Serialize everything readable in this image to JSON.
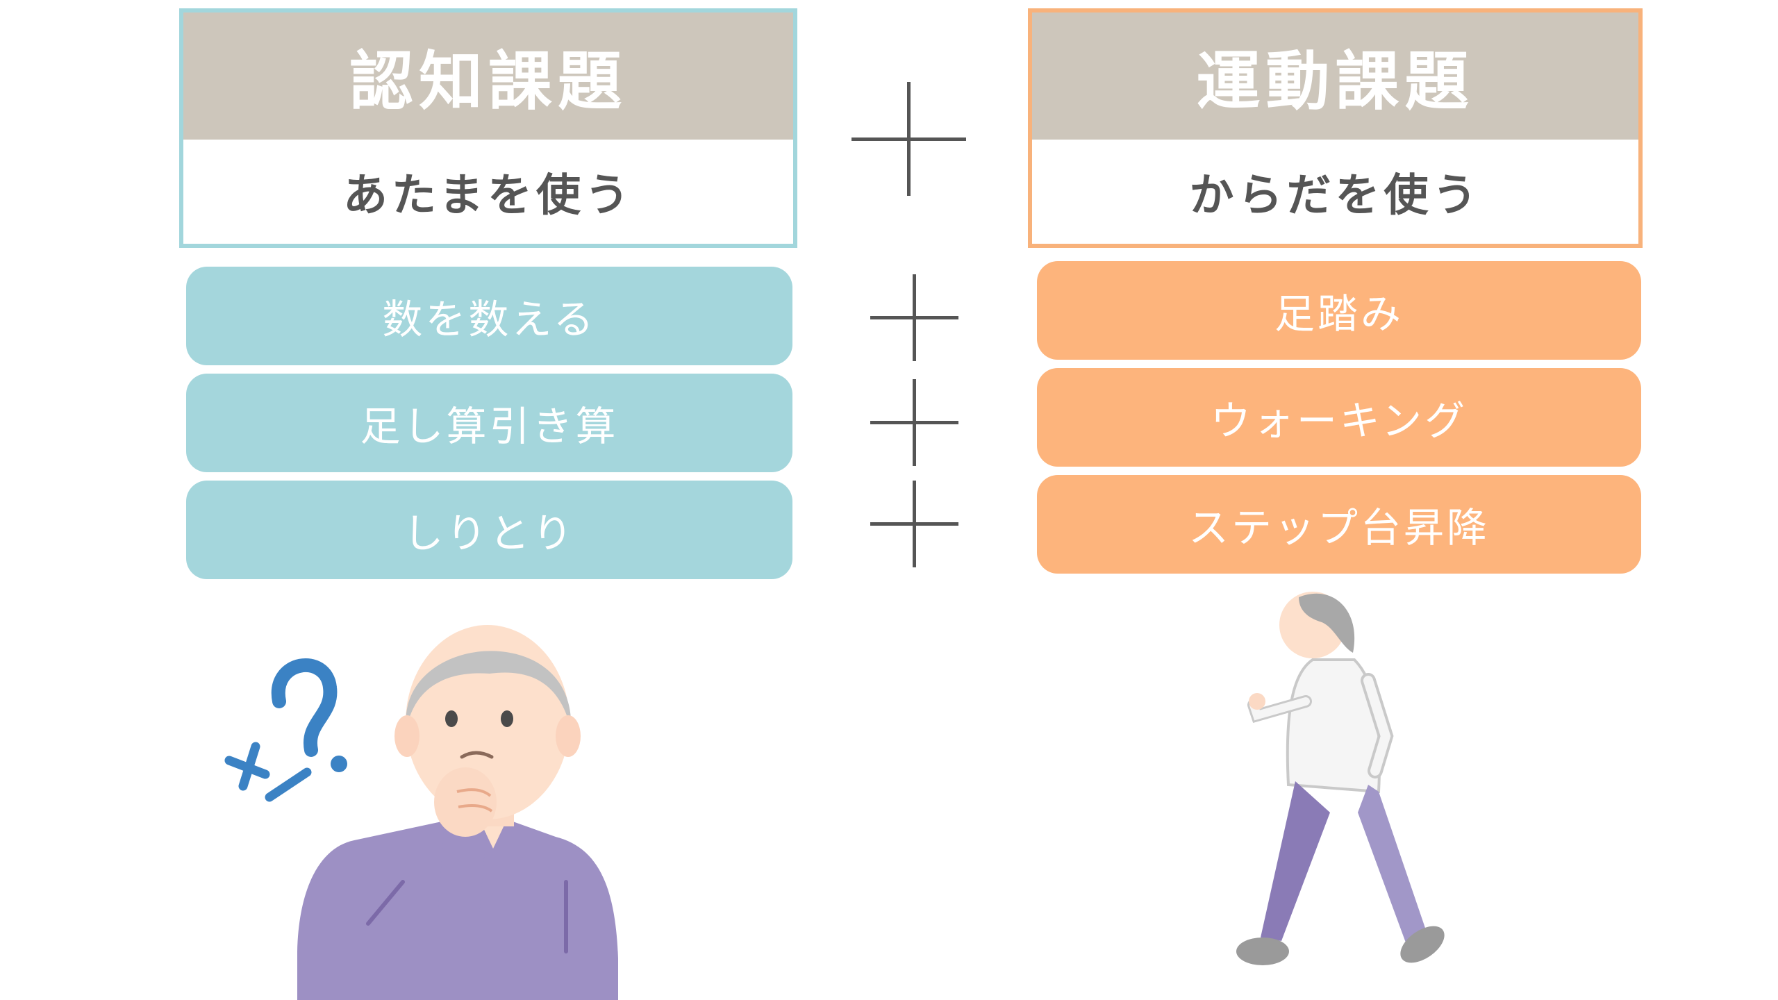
{
  "colors": {
    "header_gray": "#cdc6bb",
    "cognitive_border": "#a2d6dc",
    "cognitive_fill": "#a4d6dc",
    "motor_border": "#f8b27b",
    "motor_fill": "#fdb47c",
    "plus_color": "#555555",
    "question_mark": "#3b82c4"
  },
  "cognitive": {
    "title": "認知課題",
    "subtitle": "あたまを使う",
    "items": [
      "数を数える",
      "足し算引き算",
      "しりとり"
    ]
  },
  "motor": {
    "title": "運動課題",
    "subtitle": "からだを使う",
    "items": [
      "足踏み",
      "ウォーキング",
      "ステップ台昇降"
    ]
  },
  "icons": {
    "plus": "plus-icon",
    "thinking_person": "thinking-elderly-person-illustration",
    "walking_person": "walking-elderly-person-illustration",
    "question_mark": "question-mark-icon",
    "math_symbols": "plus-minus-symbols-icon"
  }
}
